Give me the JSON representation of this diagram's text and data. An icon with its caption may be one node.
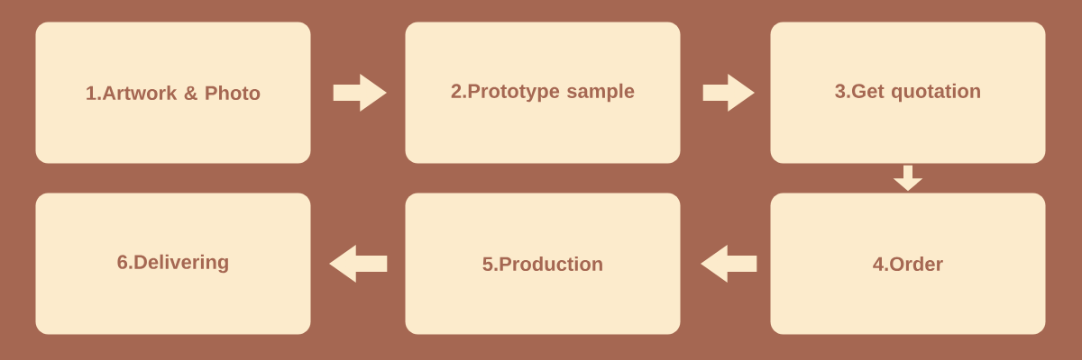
{
  "diagram": {
    "nodes": [
      {
        "text": [
          "1.Artwork & Photo"
        ]
      },
      {
        "text": [
          "2.Prototype sample"
        ]
      },
      {
        "text": [
          "3.Get quotation"
        ]
      },
      {
        "text": [
          "4.Order"
        ]
      },
      {
        "text": [
          "5.Production"
        ]
      },
      {
        "text": [
          "6.Delivering"
        ]
      }
    ],
    "edges": [
      {
        "from": 0,
        "to": 1,
        "arrow": "to"
      },
      {
        "from": 1,
        "to": 2,
        "arrow": "to"
      },
      {
        "from": 2,
        "to": 3,
        "arrow": "to"
      },
      {
        "from": 3,
        "to": 4,
        "arrow": "to"
      },
      {
        "from": 4,
        "to": 5,
        "arrow": "to"
      }
    ]
  }
}
